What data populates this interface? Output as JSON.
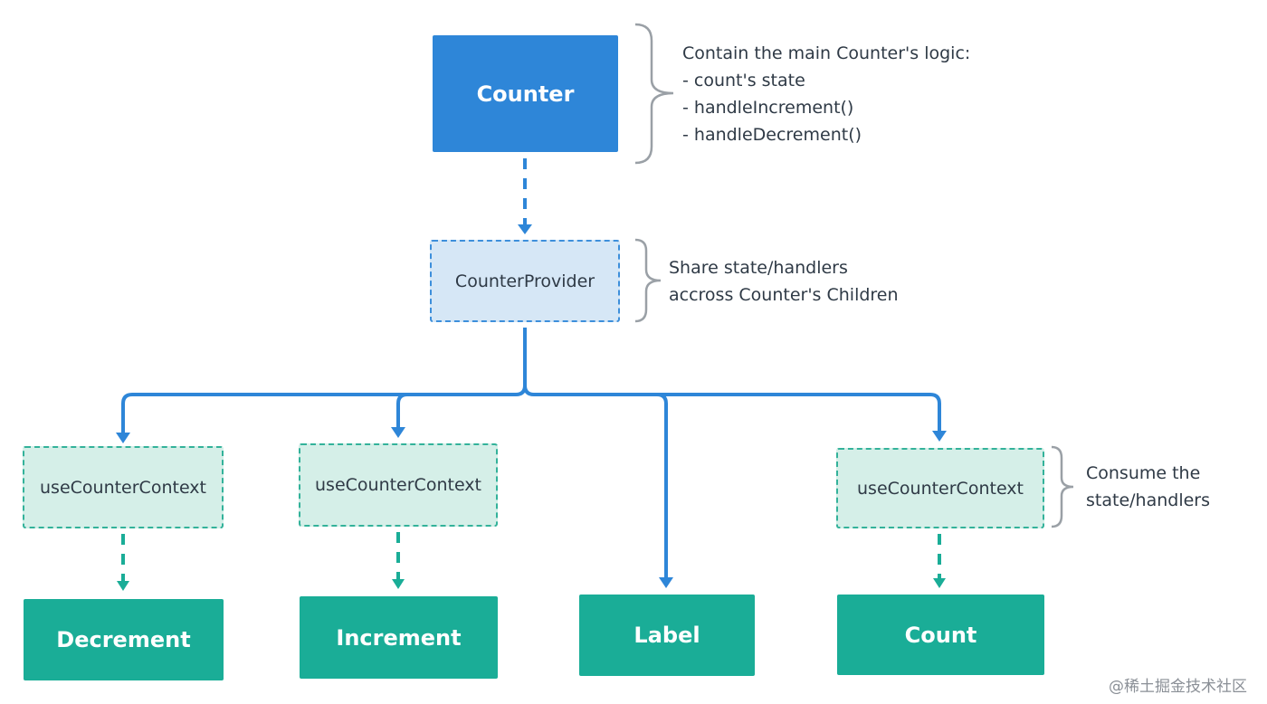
{
  "nodes": {
    "counter": "Counter",
    "provider": "CounterProvider",
    "ctx_decrement": "useCounterContext",
    "ctx_increment": "useCounterContext",
    "ctx_count": "useCounterContext",
    "decrement": "Decrement",
    "increment": "Increment",
    "label": "Label",
    "count": "Count"
  },
  "notes": {
    "counter": [
      "Contain the main Counter's logic:",
      "- count's state",
      "- handleIncrement()",
      "- handleDecrement()"
    ],
    "provider": [
      "Share state/handlers",
      "accross Counter's Children"
    ],
    "consume": [
      "Consume the",
      "state/handlers"
    ]
  },
  "watermark": "@稀土掘金技术社区",
  "colors": {
    "counter_fill": "#2e86d8",
    "provider_fill": "#d6e7f6",
    "provider_border": "#3d8fdb",
    "context_fill": "#d5efe8",
    "context_border": "#33b29a",
    "component_fill": "#1aad97",
    "blue_arrow": "#2e86d8",
    "green_arrow": "#1aad97",
    "brace": "#9aa0a6"
  }
}
